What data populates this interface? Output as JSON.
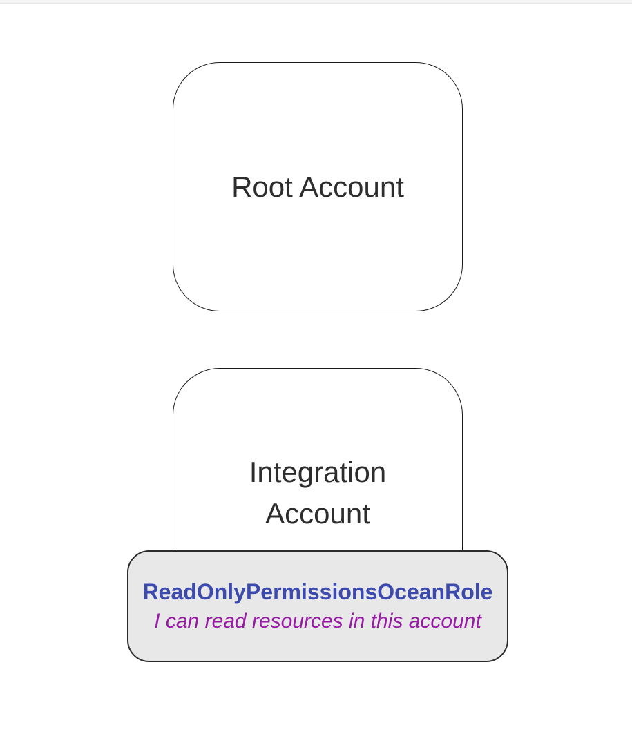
{
  "diagram": {
    "root_node": {
      "label": "Root Account"
    },
    "integration_node": {
      "label": "Integration Account"
    },
    "role_card": {
      "name": "ReadOnlyPermissionsOceanRole",
      "description": "I can read resources in this account"
    },
    "colors": {
      "node_fill": "#ffffff",
      "node_border": "#1a1a1a",
      "node_text": "#2d2d2d",
      "card_fill": "#e8e8e8",
      "card_border": "#2b2b2b",
      "role_name_color": "#3d4aad",
      "role_description_color": "#981ba6",
      "page_background": "#ffffff",
      "top_strip": "#f4f4f5"
    }
  }
}
